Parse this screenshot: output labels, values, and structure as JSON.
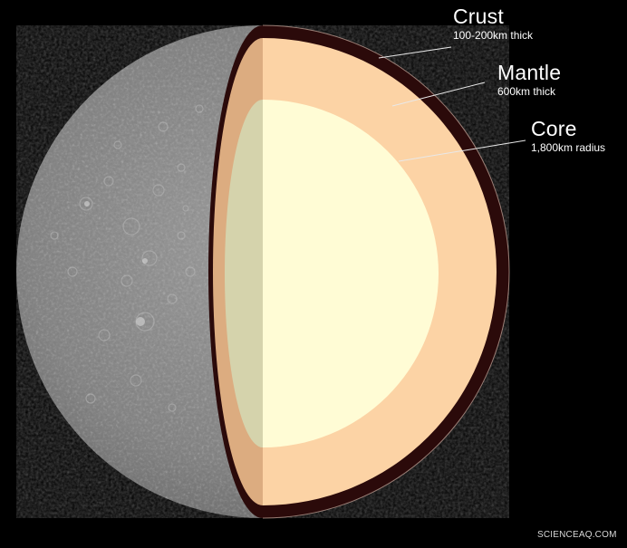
{
  "diagram": {
    "subject": "Mercury internal structure cutaway",
    "colors": {
      "background": "#000000",
      "surface": "#8a8a8a",
      "crust": "#2b0a0a",
      "mantle": "#fcd3a5",
      "mantle_shaded": "#dcac80",
      "core": "#fffcd5",
      "core_shaded": "#d5d3ac",
      "leader_line": "#e8e8e8",
      "label_text": "#ffffff"
    },
    "layers": [
      {
        "name": "Crust",
        "detail": "100-200km thick"
      },
      {
        "name": "Mantle",
        "detail": "600km thick"
      },
      {
        "name": "Core",
        "detail": "1,800km radius"
      }
    ]
  },
  "watermark": "SCIENCEAQ.COM"
}
